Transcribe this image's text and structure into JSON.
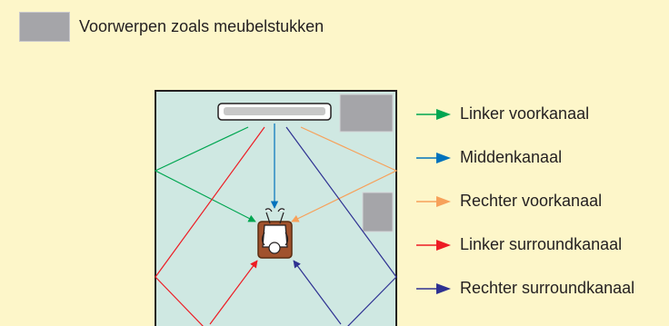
{
  "legend": {
    "furniture_label": "Voorwerpen zoals meubelstukken",
    "swatch_color": "#a5a5a9"
  },
  "room": {
    "floor_color": "#cfe8e2",
    "wall_color": "#231f20",
    "speaker_icon": "soundbar-icon",
    "listener_icon": "seated-listener-icon"
  },
  "channels": [
    {
      "label": "Linker voorkanaal",
      "color": "#00a651"
    },
    {
      "label": "Middenkanaal",
      "color": "#0072bc"
    },
    {
      "label": "Rechter voorkanaal",
      "color": "#f7a15a"
    },
    {
      "label": "Linker surroundkanaal",
      "color": "#ed1c24"
    },
    {
      "label": "Rechter surroundkanaal",
      "color": "#2e3192"
    }
  ]
}
